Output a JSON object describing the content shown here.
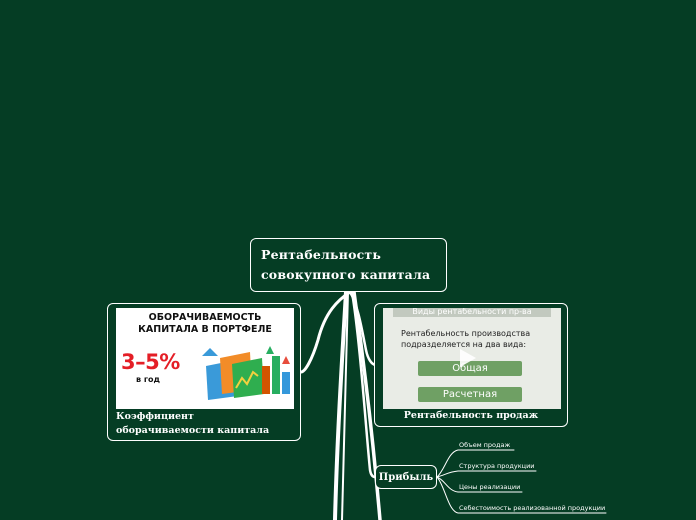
{
  "central": {
    "line1": "Рентабельность",
    "line2": "совокупного  капитала"
  },
  "left_card": {
    "image": {
      "title_line1": "ОБОРАЧИВАЕМОСТЬ",
      "title_line2": "КАПИТАЛА В ПОРТФЕЛЕ",
      "percent": "3–5%",
      "period": "в год"
    },
    "caption": "Коэффициент  оборачиваемости капитала"
  },
  "right_card": {
    "image": {
      "header": "Виды рентабельности пр-ва",
      "text_line1": "Рентабельность производства",
      "text_line2": "подразделяется на два вида:",
      "button1": "Общая",
      "button2": "Расчетная"
    },
    "caption": "Рентабельность  продаж"
  },
  "profit": {
    "label": "Прибыль",
    "children": [
      "Объем продаж",
      "Структура продукции",
      "Цены реализации",
      "Себестоимость реализованной продукции"
    ]
  },
  "colors": {
    "background": "#053d24",
    "line": "#ffffff"
  }
}
